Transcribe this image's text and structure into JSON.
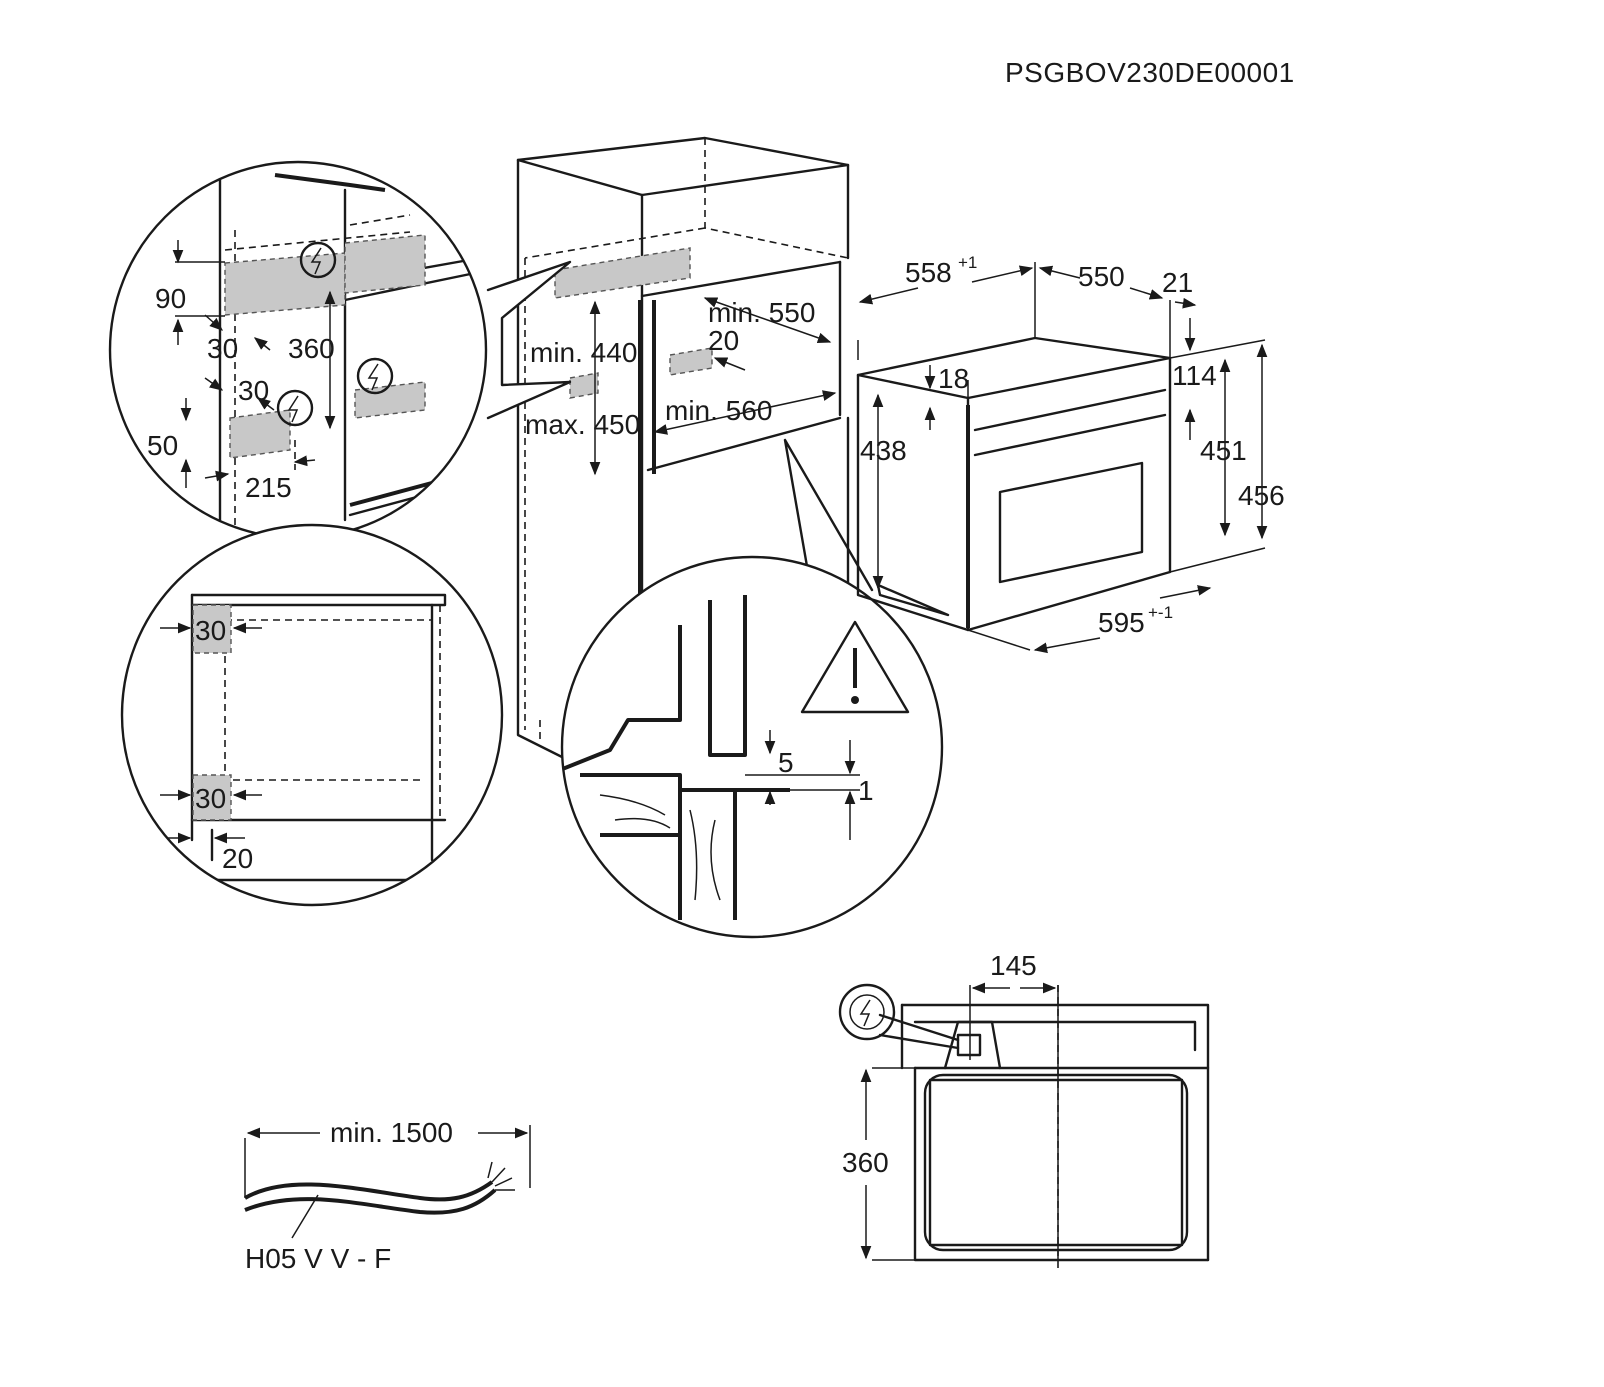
{
  "document_code": "PSGBOV230DE00001",
  "colors": {
    "line": "#1a1a1a",
    "shade": "#c8c8c8",
    "background": "#ffffff"
  },
  "icons": [
    "electric-connection-icon",
    "warning-triangle-icon"
  ],
  "detail_top": {
    "dim_90": "90",
    "dim_30_a": "30",
    "dim_360": "360",
    "dim_30_b": "30",
    "dim_50": "50",
    "dim_215": "215"
  },
  "detail_side": {
    "dim_30_top": "30",
    "dim_30_bottom": "30",
    "dim_20": "20"
  },
  "cabinet": {
    "min_550": "min. 550",
    "dim_20": "20",
    "min_440": "min. 440",
    "max_450": "max. 450",
    "min_560": "min. 560"
  },
  "oven": {
    "dim_558": "558",
    "dim_558_tol": "+1",
    "dim_550": "550",
    "dim_21": "21",
    "dim_18": "18",
    "dim_114": "114",
    "dim_438": "438",
    "dim_451": "451",
    "dim_456": "456",
    "dim_595": "595",
    "dim_595_tol": "+-1"
  },
  "detail_gap": {
    "dim_5": "5",
    "dim_1": "1"
  },
  "cable": {
    "min_1500": "min. 1500",
    "type": "H05 V V - F"
  },
  "back_view": {
    "dim_145": "145",
    "dim_360": "360"
  }
}
